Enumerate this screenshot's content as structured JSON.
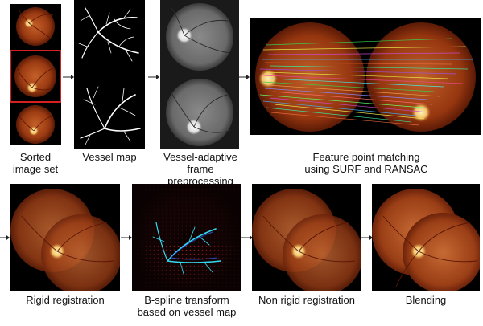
{
  "steps": {
    "sorted": {
      "label_line1": "Sorted",
      "label_line2": "image set"
    },
    "vessel_map": {
      "label": "Vessel map"
    },
    "preprocess": {
      "label_line1": "Vessel-adaptive",
      "label_line2": "frame preprocessing"
    },
    "matching": {
      "label_line1": "Feature point matching",
      "label_line2": "using SURF and RANSAC"
    },
    "rigid": {
      "label": "Rigid registration"
    },
    "bspline": {
      "label_line1": "B-spline transform",
      "label_line2": "based on vessel map"
    },
    "nonrigid": {
      "label": "Non rigid registration"
    },
    "blending": {
      "label": "Blending"
    }
  },
  "colors": {
    "fundus_outer": "#6e2208",
    "fundus_inner": "#b2501e",
    "optic_disc": "#f2c46a",
    "vessel": "#5a1505",
    "highlight_border": "#d42020",
    "bspline_curve": "#33d8f0",
    "grid_dots": "#b3261e"
  }
}
